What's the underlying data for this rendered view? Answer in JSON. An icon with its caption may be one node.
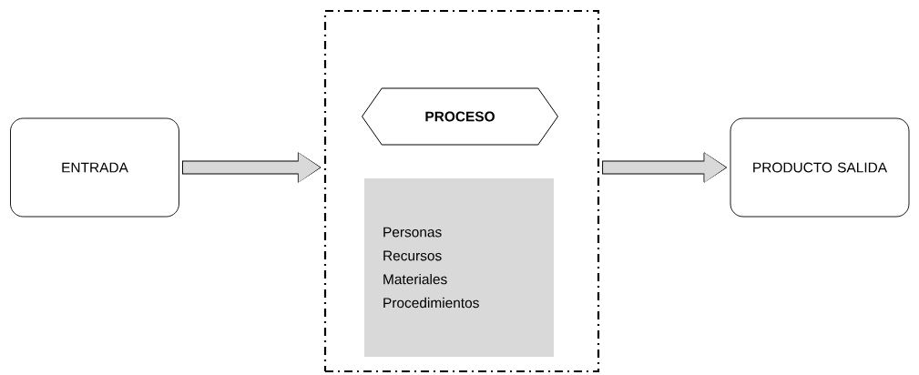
{
  "diagram": {
    "nodes": [
      {
        "text": [
          "ENTRADA"
        ]
      },
      {
        "text": [],
        "shape": "box"
      },
      {
        "text": [
          "PROCESO"
        ],
        "in": 1
      },
      {
        "text": [
          "Personas",
          "Recursos",
          "Materiales",
          "Procedimientos"
        ],
        "in": 1
      },
      {
        "text": [
          "PRODUCTO SALIDA"
        ]
      }
    ],
    "edges": [
      {
        "from": 0,
        "to": 1,
        "arrow": "to"
      },
      {
        "from": 1,
        "to": 4,
        "arrow": "to"
      }
    ]
  }
}
